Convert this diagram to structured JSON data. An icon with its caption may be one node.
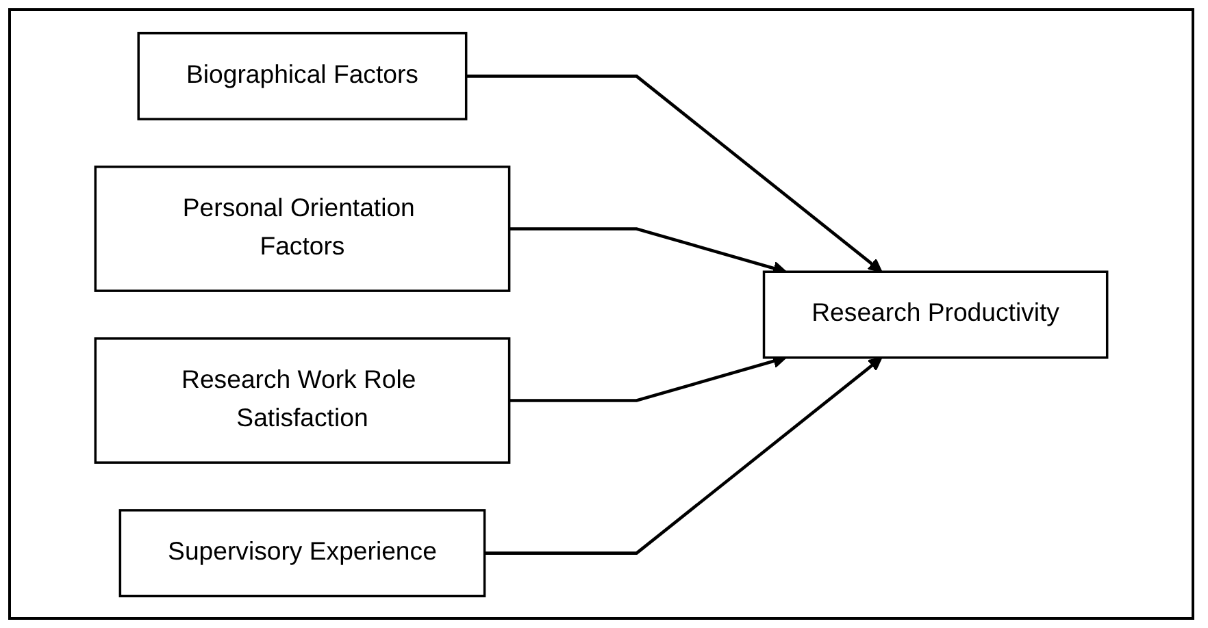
{
  "diagram": {
    "nodes": [
      {
        "text": [
          "Biographical Factors"
        ]
      },
      {
        "text": [
          "Personal Orientation Factors"
        ]
      },
      {
        "text": [
          "Research Work Role Satisfaction"
        ]
      },
      {
        "text": [
          "Supervisory Experience"
        ]
      },
      {
        "text": [
          "Research Productivity"
        ]
      }
    ],
    "edges": [
      {
        "from": 0,
        "to": 4,
        "arrow": "to"
      },
      {
        "from": 1,
        "to": 4,
        "arrow": "to"
      },
      {
        "from": 2,
        "to": 4,
        "arrow": "to"
      },
      {
        "from": 3,
        "to": 4,
        "arrow": "to"
      }
    ]
  }
}
